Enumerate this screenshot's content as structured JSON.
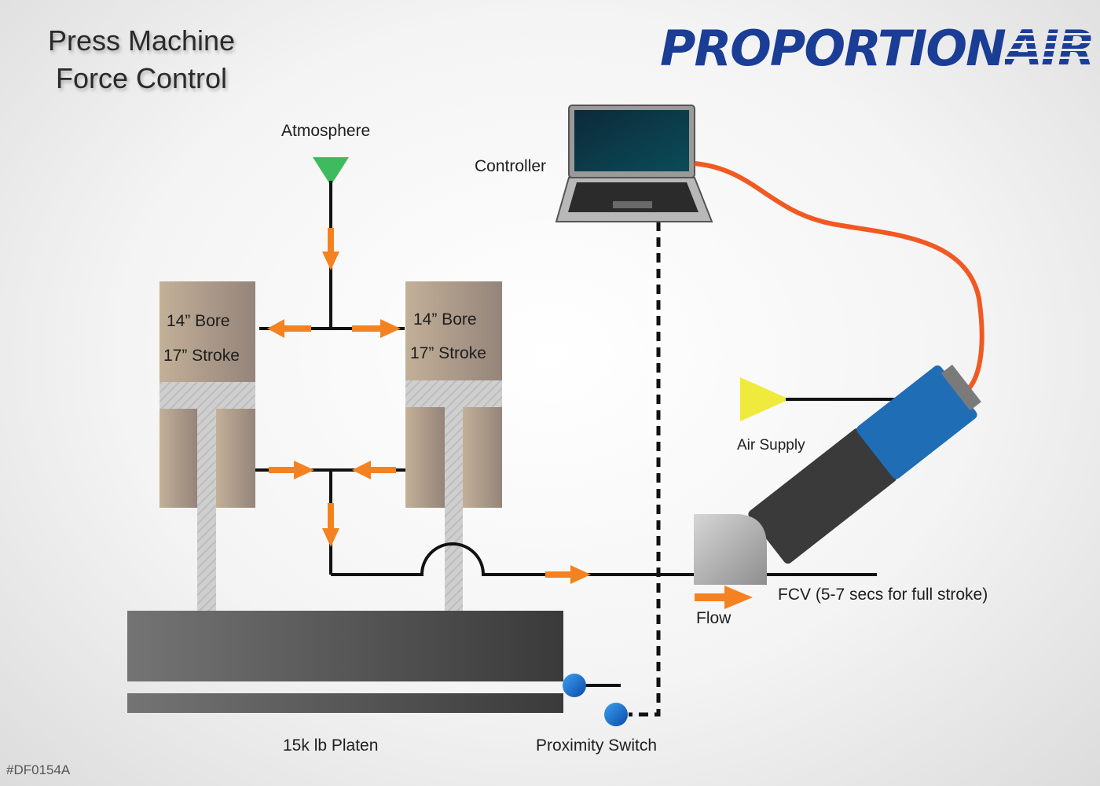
{
  "title": {
    "line1": "Press Machine",
    "line2": "Force Control"
  },
  "logo": {
    "part1": "PROPORTION",
    "part2": "AIR"
  },
  "labels": {
    "atmosphere": "Atmosphere",
    "controller": "Controller",
    "air_supply": "Air Supply",
    "fcv": "FCV (5-7 secs for full stroke)",
    "flow": "Flow",
    "platen": "15k lb Platen",
    "proximity_switch": "Proximity Switch"
  },
  "cylinders": [
    {
      "bore": "14” Bore",
      "stroke": "17” Stroke"
    },
    {
      "bore": "14” Bore",
      "stroke": "17” Stroke"
    }
  ],
  "doc_code": "#DF0154A",
  "colors": {
    "flow_arrow": "#f58220",
    "signal_cable": "#f05a22",
    "regulator_blue": "#1f6db5",
    "atmosphere_vent": "#3dbb5e",
    "air_supply": "#f0ea3c",
    "logo": "#1a3d96"
  }
}
